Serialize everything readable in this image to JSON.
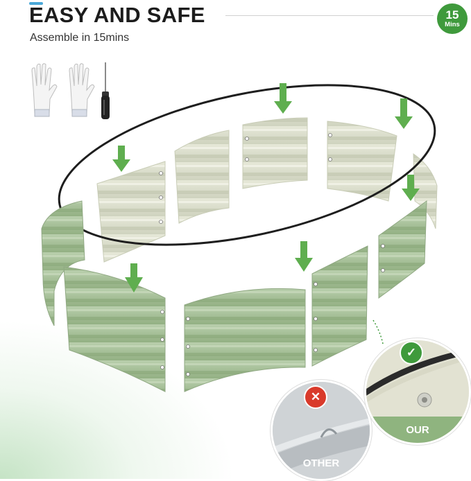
{
  "header": {
    "title": "EASY AND SAFE",
    "subtitle": "Assemble in 15mins"
  },
  "badge": {
    "number": "15",
    "unit": "Mins"
  },
  "comparison": {
    "other_label": "OTHER",
    "our_label": "OUR"
  },
  "colors": {
    "panel_green": "#a7c198",
    "panel_light": "#d9dcc8",
    "arrow_green": "#5fae4f",
    "badge_green": "#3f9a3c",
    "cross_red": "#d93a2b"
  },
  "icons": [
    "glove-icon",
    "screwdriver-icon",
    "arrow-down-icon",
    "check-icon",
    "cross-icon"
  ]
}
